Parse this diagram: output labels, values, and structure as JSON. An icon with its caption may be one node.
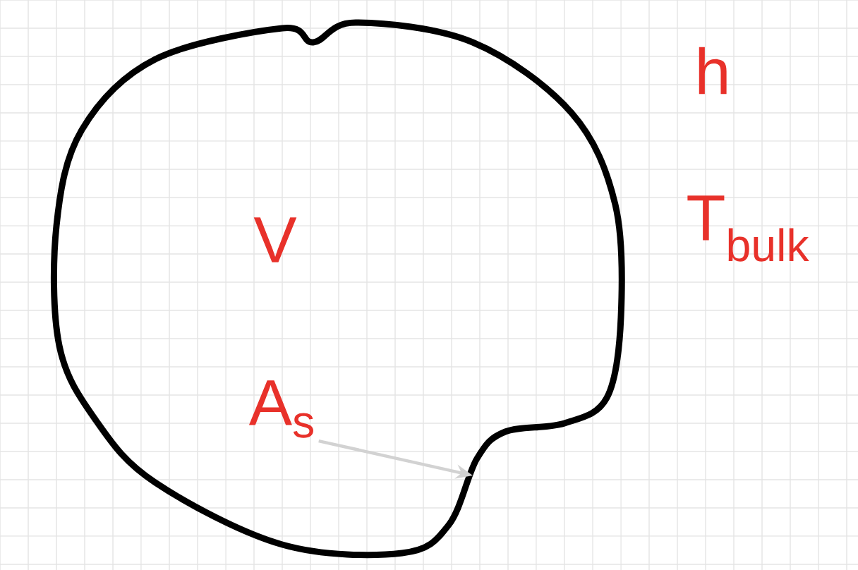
{
  "diagram": {
    "nodes": [
      {
        "text": [
          "V"
        ]
      },
      {
        "text": [
          "A$_{s}$"
        ],
        "in": 0
      }
    ],
    "edges": [
      {
        "from": 1,
        "to": 0,
        "arrow": "to"
      }
    ],
    "labels": [
      "h",
      "T$_{bulk}$"
    ]
  }
}
